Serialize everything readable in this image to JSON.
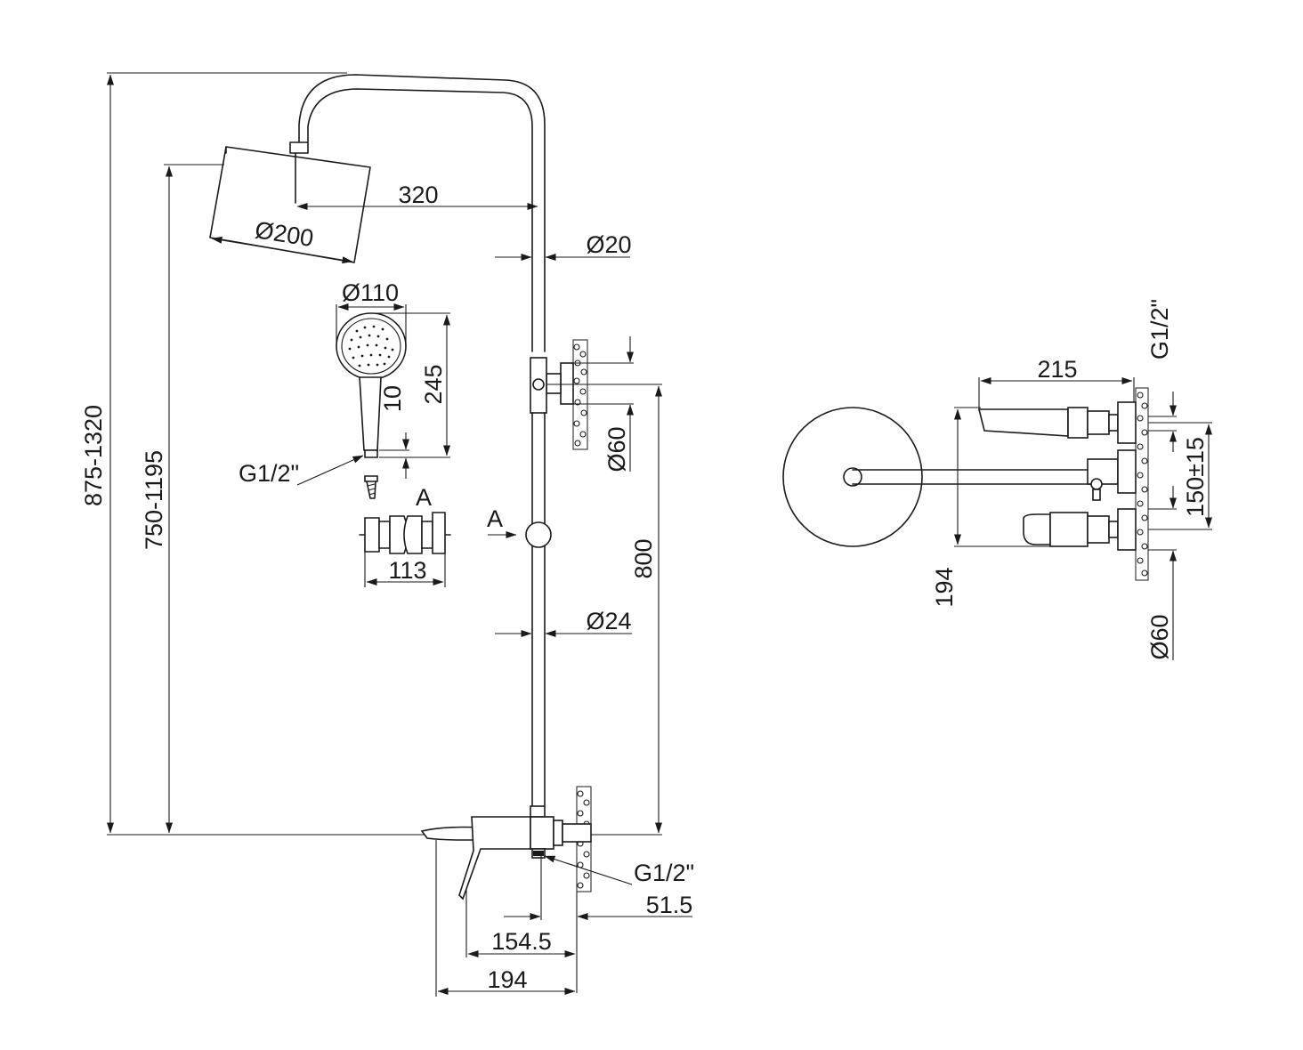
{
  "labels": {
    "total_height": "875-1320",
    "rail_height": "750-1195",
    "arm_length": "320",
    "head_diameter": "Ø200",
    "pipe_top_diameter": "Ø20",
    "hand_diameter": "Ø110",
    "hand_length": "245",
    "hand_thread_len": "10",
    "hand_thread": "G1/2\"",
    "slider_marker": "A",
    "slider_width": "113",
    "section_marker": "A",
    "flange_upper": "Ø60",
    "rail_span": "800",
    "pipe_bottom_diameter": "Ø24",
    "inlet_thread": "G1/2\"",
    "mixer_depth": "51.5",
    "spout_reach": "154.5",
    "total_reach": "194",
    "side_width": "215",
    "side_thread": "G1/2\"",
    "side_centres": "150±15",
    "side_height": "194",
    "side_flange": "Ø60"
  }
}
